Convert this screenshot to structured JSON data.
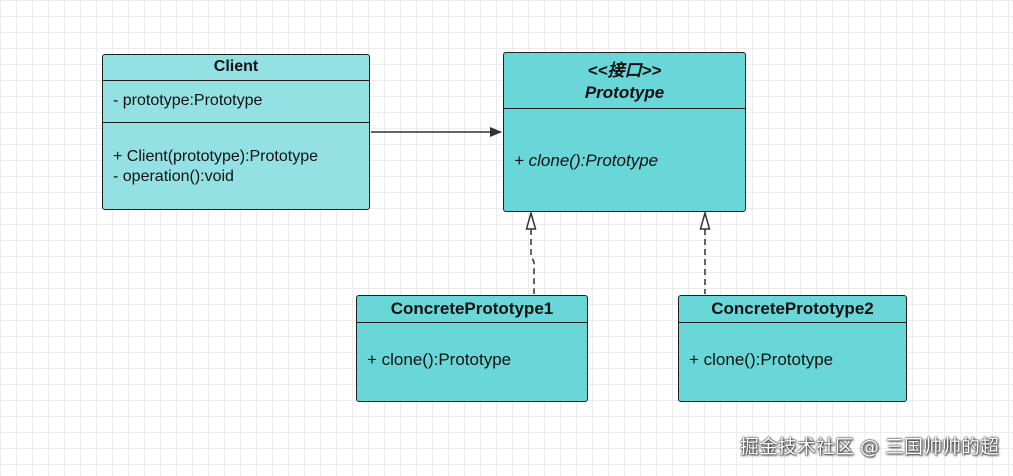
{
  "diagram": {
    "client": {
      "name": "Client",
      "attributes": [
        "- prototype:Prototype"
      ],
      "operations": [
        "+ Client(prototype):Prototype",
        "- operation():void"
      ]
    },
    "prototype": {
      "stereotype": "<<接口>>",
      "name": "Prototype",
      "operations": [
        "+ clone():Prototype"
      ]
    },
    "concrete1": {
      "name": "ConcretePrototype1",
      "operations": [
        "+ clone():Prototype"
      ]
    },
    "concrete2": {
      "name": "ConcretePrototype2",
      "operations": [
        "+ clone():Prototype"
      ]
    },
    "relations": [
      {
        "from": "Client",
        "to": "Prototype",
        "kind": "association"
      },
      {
        "from": "ConcretePrototype1",
        "to": "Prototype",
        "kind": "realization"
      },
      {
        "from": "ConcretePrototype2",
        "to": "Prototype",
        "kind": "realization"
      }
    ]
  },
  "watermark": "掘金技术社区 @ 三国帅帅的超",
  "colors": {
    "class_fill": "#69d6d8",
    "client_fill": "#93e1e3",
    "border": "#1f1f1f"
  }
}
